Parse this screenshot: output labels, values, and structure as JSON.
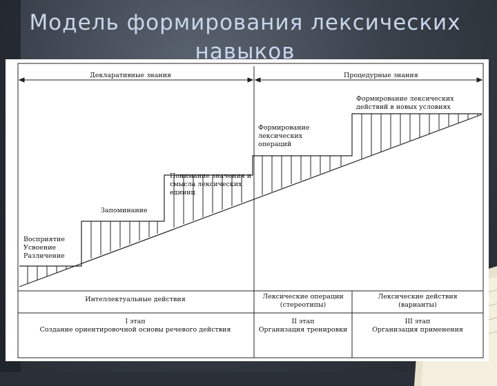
{
  "slide": {
    "title_line1": "Модель формирования лексических",
    "title_line2": "навыков"
  },
  "diagram": {
    "top_arrows": {
      "declarative": "Декларативные знания",
      "procedural": "Процедурные знания"
    },
    "steps": {
      "s1_l1": "Восприятие",
      "s1_l2": "Усвоение",
      "s1_l3": "Различение",
      "s2": "Запоминание",
      "s3_l1": "Понимание значения и",
      "s3_l2": "смысла лексических",
      "s3_l3": "единиц",
      "s4_l1": "Формирование",
      "s4_l2": "лексических",
      "s4_l3": "операций",
      "s5_l1": "Формирование лексических",
      "s5_l2": "действий в новых условиях"
    },
    "row_actions": {
      "intellectual": "Интеллектуальные действия",
      "operations_l1": "Лексические операции",
      "operations_l2": "(стереотипы)",
      "actions_l1": "Лексические действия",
      "actions_l2": "(варианты)"
    },
    "row_stages": {
      "stage1": "I этап",
      "stage1_desc": "Создание ориентировочной основы речевого действия",
      "stage2": "II этап",
      "stage2_desc": "Организация тренировки",
      "stage3": "III этап",
      "stage3_desc": "Организация применения"
    }
  }
}
